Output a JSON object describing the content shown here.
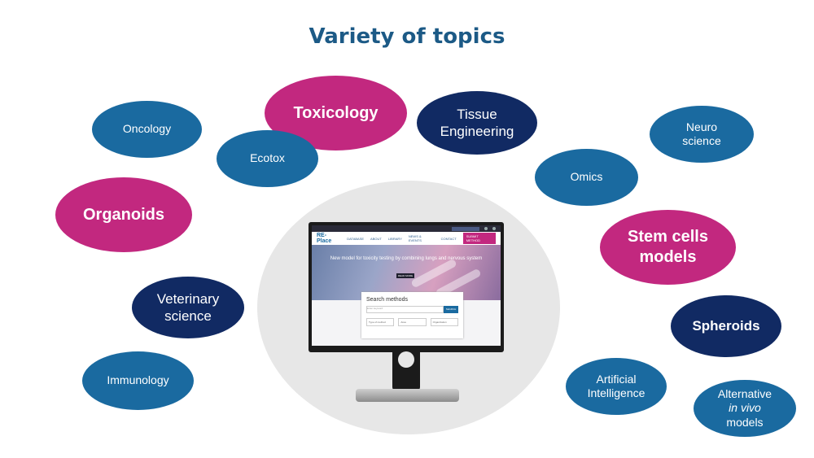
{
  "title": "Variety of topics",
  "topics": {
    "oncology": "Oncology",
    "toxicology": "Toxicology",
    "ecotox": "Ecotox",
    "tissue_engineering": [
      "Tissue",
      "Engineering"
    ],
    "neuro_science": [
      "Neuro",
      "science"
    ],
    "omics": "Omics",
    "organoids": "Organoids",
    "stem_cells_models": [
      "Stem cells",
      "models"
    ],
    "veterinary_science": [
      "Veterinary",
      "science"
    ],
    "spheroids": "Spheroids",
    "immunology": "Immunology",
    "artificial_intelligence": [
      "Artificial",
      "Intelligence"
    ],
    "alternative_in_vivo_models": [
      "Alternative",
      "in vivo",
      "models"
    ]
  },
  "screen": {
    "logo": "RE-Place",
    "nav": [
      "DATABASE",
      "ABOUT",
      "LIBRARY",
      "NEWS & EVENTS",
      "CONTACT"
    ],
    "submit": "SUBMIT METHOD",
    "hero_text": "New model for toxicity testing by combining lungs and nervous system",
    "read_more": "READ MORE",
    "search_title": "Search methods",
    "search_placeholder": "Enter keyword",
    "search_button": "SEARCH",
    "filters": [
      "Type of method",
      "Area",
      "Organization"
    ]
  },
  "colors": {
    "title": "#1c5a86",
    "blue_bubble": "#1a6aa0",
    "navy_bubble": "#112a63",
    "magenta_bubble": "#c2287f"
  }
}
